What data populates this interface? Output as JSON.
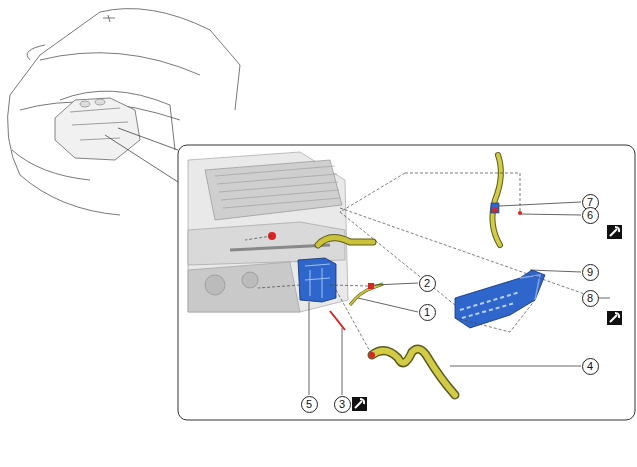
{
  "diagram": {
    "labels": [
      "7",
      "6",
      "2",
      "1",
      "9",
      "8",
      "4",
      "5",
      "3"
    ]
  }
}
